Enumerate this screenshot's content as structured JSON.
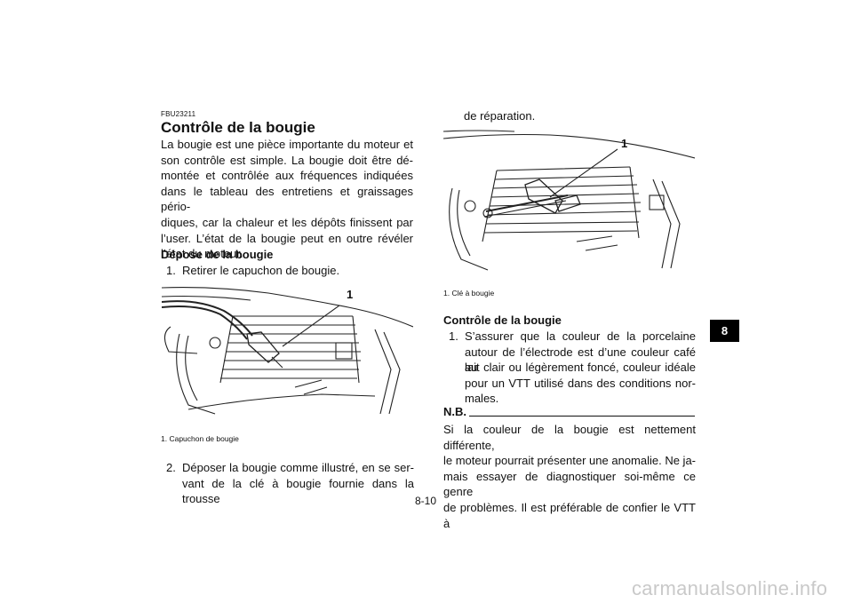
{
  "section_code": "FBU23211",
  "title": "Contrôle de la bougie",
  "intro_lines": [
    "La bougie est une pièce importante du moteur et",
    "son contrôle est simple. La bougie doit être dé-",
    "montée et contrôlée aux fréquences indiquées",
    "dans le tableau des entretiens et graissages pério-",
    "diques, car la chaleur et les dépôts finissent par",
    "l’user. L’état de la bougie peut en outre révéler",
    "l’état du moteur."
  ],
  "removal": {
    "heading": "Dépose de la bougie",
    "step1": {
      "num": "1.",
      "text": "Retirer le capuchon de bougie."
    },
    "figure1": {
      "callout": "1",
      "caption": "1. Capuchon de bougie"
    },
    "step2": {
      "num": "2.",
      "line1": "Déposer la bougie comme illustré, en se ser-",
      "line2": "vant de la clé à bougie fournie dans la trousse",
      "line3": "de réparation."
    },
    "figure2": {
      "callout": "1",
      "caption": "1. Clé à bougie"
    }
  },
  "check": {
    "heading": "Contrôle de la bougie",
    "step1": {
      "num": "1.",
      "lines": [
        "S’assurer que la couleur de la porcelaine",
        "autour de l’électrode est d’une couleur café au",
        "lait clair ou légèrement foncé, couleur idéale",
        "pour un VTT utilisé dans des conditions nor-",
        "males."
      ]
    }
  },
  "note": {
    "label": "N.B.",
    "lines": [
      "Si la couleur de la bougie est nettement différente,",
      "le moteur pourrait présenter une anomalie. Ne ja-",
      "mais essayer de diagnostiquer soi-même ce genre",
      "de problèmes. Il est préférable de confier le VTT à"
    ]
  },
  "chapter_tab": "8",
  "page_number": "8-10",
  "watermark": "carmanualsonline.info"
}
